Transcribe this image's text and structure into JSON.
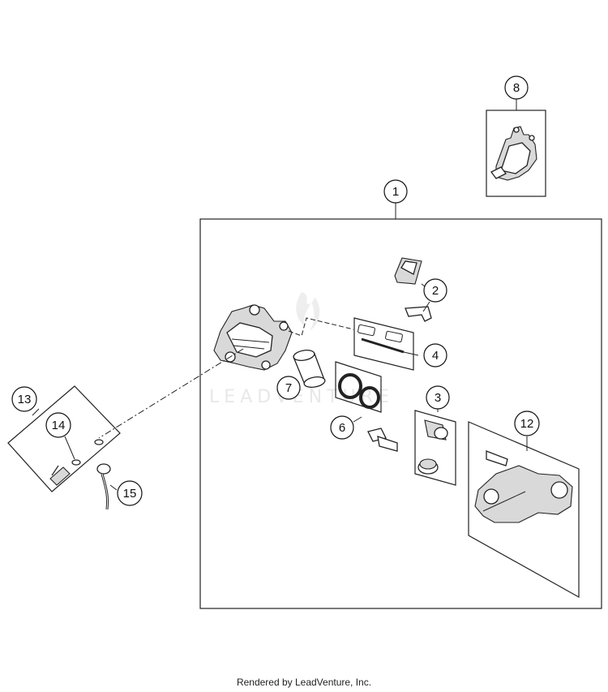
{
  "watermark": {
    "text": "LEADVENTURE"
  },
  "callouts": [
    {
      "id": "1",
      "label": "1"
    },
    {
      "id": "2",
      "label": "2"
    },
    {
      "id": "3",
      "label": "3"
    },
    {
      "id": "4",
      "label": "4"
    },
    {
      "id": "6",
      "label": "6"
    },
    {
      "id": "7",
      "label": "7"
    },
    {
      "id": "8",
      "label": "8"
    },
    {
      "id": "12",
      "label": "12"
    },
    {
      "id": "13",
      "label": "13"
    },
    {
      "id": "14",
      "label": "14"
    },
    {
      "id": "15",
      "label": "15"
    }
  ],
  "footer": {
    "text": "Rendered by LeadVenture, Inc."
  }
}
